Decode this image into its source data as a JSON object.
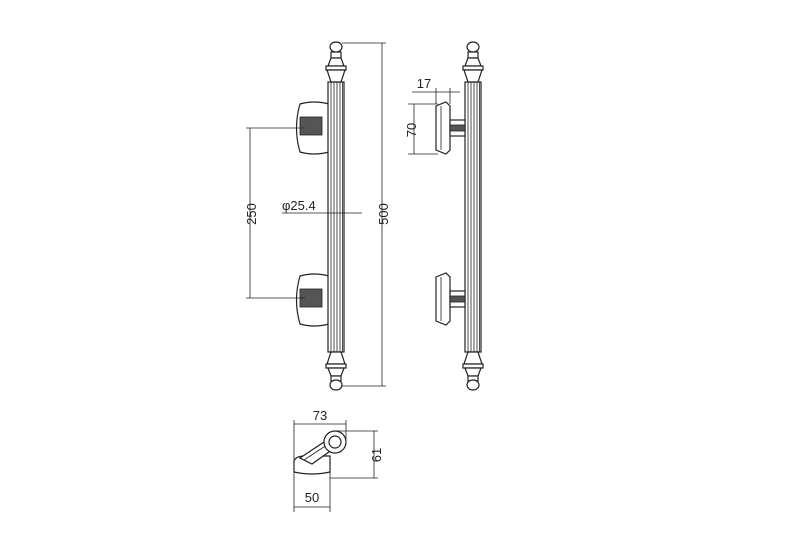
{
  "dimensions": {
    "mount_spacing": "250",
    "overall_length": "500",
    "bar_diameter": "φ25.4",
    "side_offset": "17",
    "base_height": "70",
    "projection": "73",
    "bar_height": "61",
    "base_depth": "50"
  },
  "colors": {
    "line": "#222222",
    "shade": "#555555",
    "background": "#ffffff"
  }
}
